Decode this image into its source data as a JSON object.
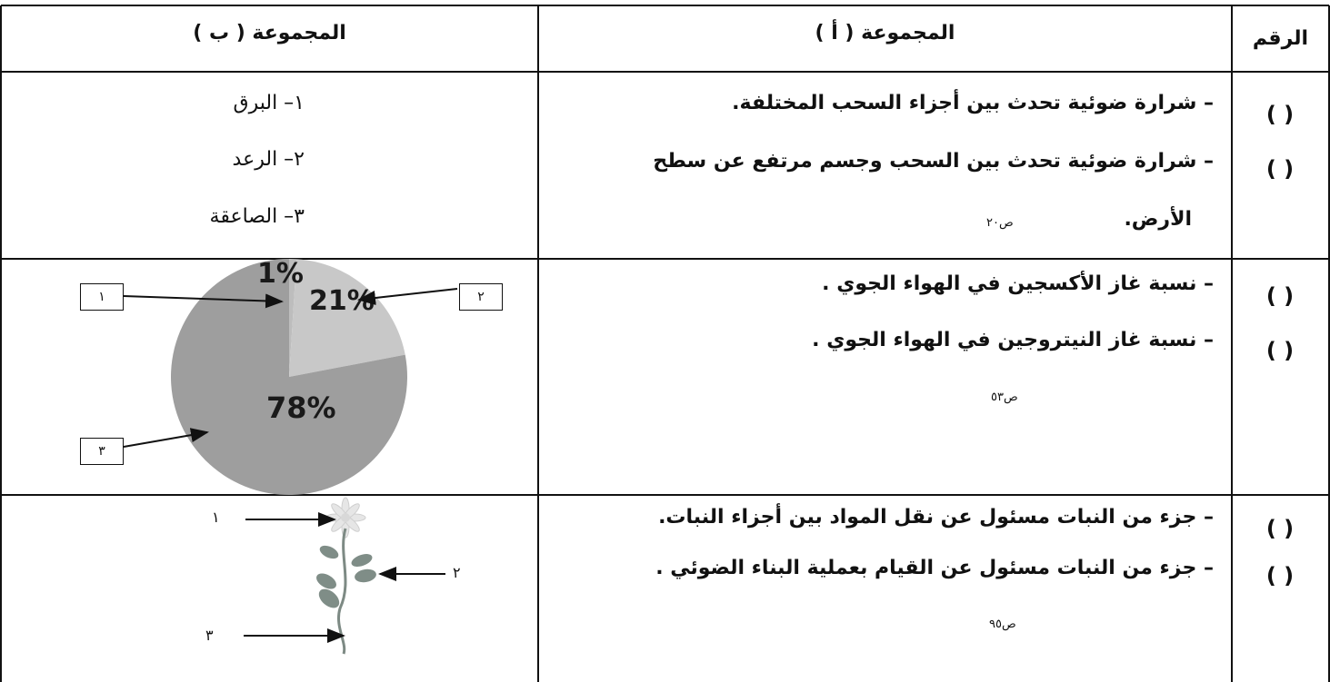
{
  "headers": {
    "number": "الرقم",
    "group_a": "المجموعة ( أ )",
    "group_b": "المجموعة ( ب )"
  },
  "answer_blank": "( )",
  "sections": [
    {
      "items": [
        "– شرارة ضوئية تحدث بين أجزاء السحب المختلفة.",
        "– شرارة ضوئية تحدث بين السحب وجسم مرتفع عن سطح",
        "الأرض."
      ],
      "page_ref": "ص٢٠",
      "matches": [
        "١– البرق",
        "٢– الرعد",
        "٣– الصاعقة"
      ]
    },
    {
      "items": [
        "– نسبة غاز الأكسجين في الهواء الجوي .",
        "– نسبة غاز النيتروجين في الهواء الجوي ."
      ],
      "page_ref": "ص٥٣",
      "labels": [
        "١",
        "٢",
        "٣"
      ]
    },
    {
      "items": [
        "– جزء من النبات مسئول عن نقل المواد بين أجزاء النبات.",
        "– جزء من النبات مسئول عن القيام بعملية البناء الضوئي ."
      ],
      "page_ref": "ص٩٥",
      "labels": [
        "١",
        "٢",
        "٣"
      ]
    }
  ],
  "chart_data": {
    "type": "pie",
    "slices": [
      {
        "label": "1%",
        "value": 1,
        "color": "#bdbdbd"
      },
      {
        "label": "21%",
        "value": 21,
        "color": "#c8c8c8"
      },
      {
        "label": "78%",
        "value": 78,
        "color": "#9e9e9e"
      }
    ]
  }
}
